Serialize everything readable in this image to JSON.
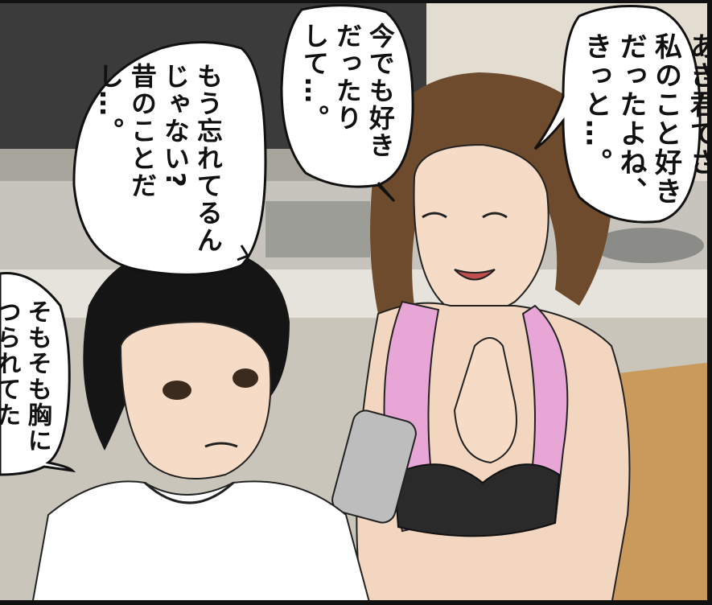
{
  "speech_bubbles": {
    "woman_right": "あき君てさ\n私のこと好き\nだったよね、\nきっと…。",
    "woman_middle": "今でも好き\nだったり\nして…。",
    "left_top": "もう忘れてるん\nじゃない?\n昔のことだ\nし…。",
    "left_bottom": "そもそも胸に\nつられてた"
  },
  "colors": {
    "wall": "#cfc7b8",
    "window": "#3a3a3a",
    "towel": "#e7a6d6",
    "bra": "#2a2a2a",
    "skin": "#f6dcc6",
    "hair_dark": "#151515",
    "hair_brown": "#6b4a2c",
    "shirt": "#ffffff"
  }
}
